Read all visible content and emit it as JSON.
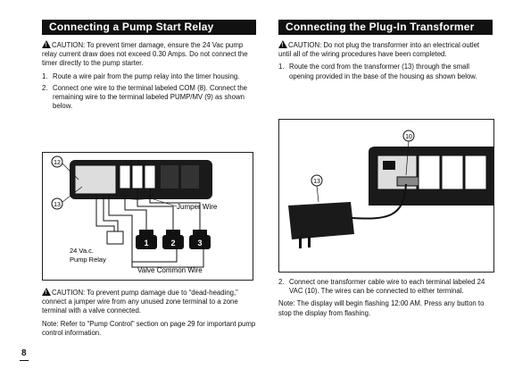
{
  "page_number": "8",
  "left": {
    "heading": "Connecting a Pump Start Relay",
    "caution1": "CAUTION: To prevent timer damage, ensure the 24 Vac pump relay current draw does not exceed 0.30 Amps. Do not connect the timer directly to the pump starter.",
    "steps": [
      {
        "num": "1.",
        "text": "Route a wire pair from the pump relay into the timer housing."
      },
      {
        "num": "2.",
        "text": "Connect one wire to the terminal labeled COM (8). Connect the remaining wire to the terminal labeled PUMP/MV (9) as shown below."
      }
    ],
    "figure": {
      "callout_12": "12",
      "callout_13": "13",
      "jumper_wire": "Jumper Wire",
      "relay_label_1": "24 Va.c.",
      "relay_label_2": "Pump Relay",
      "valve_common": "Valve Common Wire",
      "valve_1": "1",
      "valve_2": "2",
      "valve_3": "3"
    },
    "caution2": "CAUTION: To prevent pump damage due to “dead-heading,” connect a jumper wire from any unused zone terminal to a zone terminal with a valve connected.",
    "note": "Note: Refer to “Pump Control” section on page 29 for important pump control information."
  },
  "right": {
    "heading": "Connecting the Plug-In Transformer",
    "caution": "CAUTION: Do not plug the transformer into an electrical outlet until all of the wiring procedures have been completed.",
    "step1": {
      "num": "1.",
      "text": "Route the cord from the transformer (13) through the small opening provided in the base of the housing as shown below."
    },
    "figure": {
      "callout_10": "10",
      "callout_13": "13"
    },
    "step2": {
      "num": "2.",
      "text": "Connect one transformer cable wire to each terminal labeled 24 VAC (10). The wires can be connected to either terminal."
    },
    "note": "Note: The display will begin flashing 12:00 AM. Press any button to stop the display from flashing."
  }
}
